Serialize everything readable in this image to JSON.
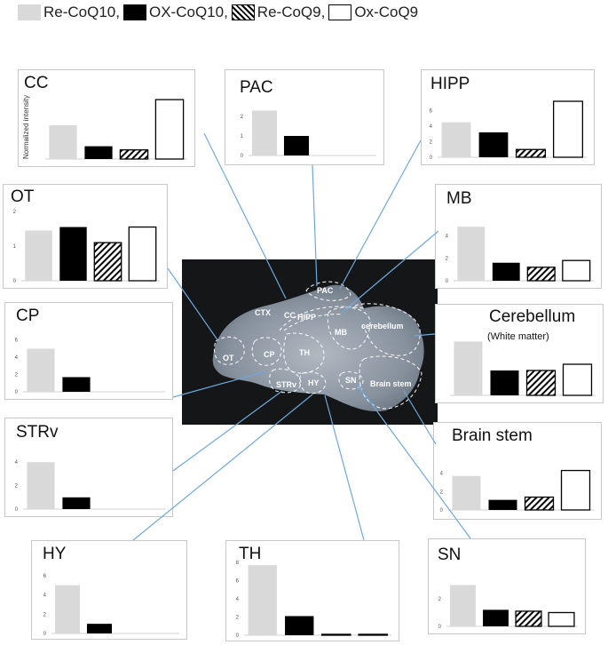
{
  "legend": [
    {
      "label": "Re-CoQ10,",
      "fill": "#d9d9d9"
    },
    {
      "label": "OX-CoQ10,",
      "fill": "#000000"
    },
    {
      "label": "Re-CoQ9,",
      "fill": "hatch"
    },
    {
      "label": "Ox-CoQ9",
      "fill": "#ffffff"
    }
  ],
  "colors": {
    "re_coq10": "#d9d9d9",
    "ox_coq10": "#000000",
    "hatch": "#000000",
    "ox_coq9": "#ffffff",
    "connector": "#6fa8dc"
  },
  "brain_labels": [
    "PAC",
    "CTX",
    "CC",
    "HIPP",
    "MB",
    "cerebellum",
    "OT",
    "CP",
    "TH",
    "STRv",
    "HY",
    "SN",
    "Brain stem"
  ],
  "chart_data": [
    {
      "type": "bar",
      "title": "CC",
      "ylabel": "Normalized intensity",
      "ylim": [
        0,
        7
      ],
      "yticks": [],
      "series": [
        {
          "name": "Re-CoQ10",
          "value": 3.7
        },
        {
          "name": "OX-CoQ10",
          "value": 1.4
        },
        {
          "name": "Re-CoQ9",
          "value": 1.0
        },
        {
          "name": "Ox-CoQ9",
          "value": 6.5
        }
      ]
    },
    {
      "type": "bar",
      "title": "PAC",
      "ylabel": "",
      "ylim": [
        0,
        3
      ],
      "yticks": [
        0,
        1,
        2
      ],
      "series": [
        {
          "name": "Re-CoQ10",
          "value": 2.3
        },
        {
          "name": "OX-CoQ10",
          "value": 1.0
        }
      ]
    },
    {
      "type": "bar",
      "title": "HIPP",
      "ylabel": "",
      "ylim": [
        0,
        8
      ],
      "yticks": [
        0,
        2,
        4,
        6
      ],
      "series": [
        {
          "name": "Re-CoQ10",
          "value": 4.5
        },
        {
          "name": "OX-CoQ10",
          "value": 3.2
        },
        {
          "name": "Re-CoQ9",
          "value": 1.0
        },
        {
          "name": "Ox-CoQ9",
          "value": 7.2
        }
      ]
    },
    {
      "type": "bar",
      "title": "OT",
      "ylabel": "",
      "ylim": [
        0,
        2
      ],
      "yticks": [
        0,
        1,
        2
      ],
      "series": [
        {
          "name": "Re-CoQ10",
          "value": 1.45
        },
        {
          "name": "OX-CoQ10",
          "value": 1.55
        },
        {
          "name": "Re-CoQ9",
          "value": 1.1
        },
        {
          "name": "Ox-CoQ9",
          "value": 1.55
        }
      ]
    },
    {
      "type": "bar",
      "title": "MB",
      "ylabel": "",
      "ylim": [
        0,
        6
      ],
      "yticks": [
        0,
        2,
        4
      ],
      "series": [
        {
          "name": "Re-CoQ10",
          "value": 4.8
        },
        {
          "name": "OX-CoQ10",
          "value": 1.6
        },
        {
          "name": "Re-CoQ9",
          "value": 1.2
        },
        {
          "name": "Ox-CoQ9",
          "value": 1.8
        }
      ]
    },
    {
      "type": "bar",
      "title": "CP",
      "ylabel": "",
      "ylim": [
        0,
        7
      ],
      "yticks": [
        0,
        2,
        4,
        6
      ],
      "series": [
        {
          "name": "Re-CoQ10",
          "value": 5.0
        },
        {
          "name": "OX-CoQ10",
          "value": 1.7
        }
      ]
    },
    {
      "type": "bar",
      "title": "Cerebellum",
      "subtitle": "(White matter)",
      "ylabel": "",
      "ylim": [
        0,
        3
      ],
      "yticks": [],
      "series": [
        {
          "name": "Re-CoQ10",
          "value": 2.6
        },
        {
          "name": "OX-CoQ10",
          "value": 1.2
        },
        {
          "name": "Re-CoQ9",
          "value": 1.2
        },
        {
          "name": "Ox-CoQ9",
          "value": 1.5
        }
      ]
    },
    {
      "type": "bar",
      "title": "STRv",
      "ylabel": "",
      "ylim": [
        0,
        5
      ],
      "yticks": [
        0,
        2,
        4
      ],
      "series": [
        {
          "name": "Re-CoQ10",
          "value": 4.0
        },
        {
          "name": "OX-CoQ10",
          "value": 1.0
        }
      ]
    },
    {
      "type": "bar",
      "title": "Brain stem",
      "ylabel": "",
      "ylim": [
        0,
        6
      ],
      "yticks": [
        0,
        2,
        4
      ],
      "series": [
        {
          "name": "Re-CoQ10",
          "value": 3.7
        },
        {
          "name": "OX-CoQ10",
          "value": 1.1
        },
        {
          "name": "Re-CoQ9",
          "value": 1.4
        },
        {
          "name": "Ox-CoQ9",
          "value": 4.3
        }
      ]
    },
    {
      "type": "bar",
      "title": "HY",
      "ylabel": "",
      "ylim": [
        0,
        7
      ],
      "yticks": [
        0,
        2,
        4,
        6
      ],
      "series": [
        {
          "name": "Re-CoQ10",
          "value": 5.0
        },
        {
          "name": "OX-CoQ10",
          "value": 1.0
        }
      ]
    },
    {
      "type": "bar",
      "title": "TH",
      "ylabel": "",
      "ylim": [
        0,
        8
      ],
      "yticks": [
        0,
        2,
        4,
        6,
        8
      ],
      "series": [
        {
          "name": "Re-CoQ10",
          "value": 7.7
        },
        {
          "name": "OX-CoQ10",
          "value": 2.1
        },
        {
          "name": "Re-CoQ9",
          "value": 0.1
        },
        {
          "name": "Ox-CoQ9",
          "value": 0.1
        }
      ]
    },
    {
      "type": "bar",
      "title": "SN",
      "ylabel": "",
      "ylim": [
        0,
        4
      ],
      "yticks": [
        0,
        2
      ],
      "series": [
        {
          "name": "Re-CoQ10",
          "value": 3.0
        },
        {
          "name": "OX-CoQ10",
          "value": 1.2
        },
        {
          "name": "Re-CoQ9",
          "value": 1.1
        },
        {
          "name": "Ox-CoQ9",
          "value": 1.0
        }
      ]
    }
  ]
}
